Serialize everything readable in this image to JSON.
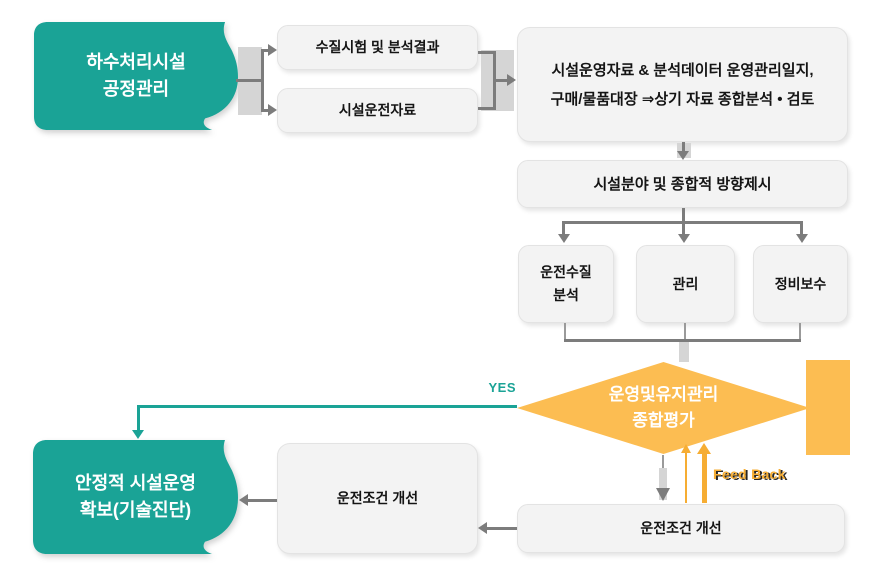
{
  "palette": {
    "teal": "#1aa396",
    "orange": "#fcbd52",
    "orange_strong": "#f6ad33",
    "gray_line": "#7c7c7c",
    "gray_bar": "#d5d5d5",
    "box_fill": "#f3f3f3",
    "box_border": "#e3e3e3",
    "ink": "#141414",
    "paper": "#ffffff"
  },
  "flow": {
    "process": {
      "line1": "하수처리시설",
      "line2": "공정관리"
    },
    "water_test": {
      "label": "수질시험 및 분석결과"
    },
    "operation_data": {
      "label": "시설운전자료"
    },
    "analysis": {
      "line1": "시설운영자료 & 분석데이터 운영관리일지,",
      "line2": "구매/물품대장 ⇒상기 자료 종합분석 • 검토"
    },
    "direction": {
      "label": "시설분야 및 종합적 방향제시"
    },
    "operation_quality": {
      "line1": "운전수질",
      "line2": "분석"
    },
    "management": {
      "label": "관리"
    },
    "maintenance": {
      "label": "정비보수"
    },
    "evaluation": {
      "line1": "운영및유지관리",
      "line2": "종합평가"
    },
    "stable_operation": {
      "line1": "안정적 시설운영",
      "line2": "확보(기술진단)"
    },
    "improve_condition_mid": {
      "label": "운전조건 개선"
    },
    "improve_condition_bottom": {
      "label": "운전조건 개선"
    },
    "yes_label": "YES",
    "feedback_label": "Feed Back"
  }
}
